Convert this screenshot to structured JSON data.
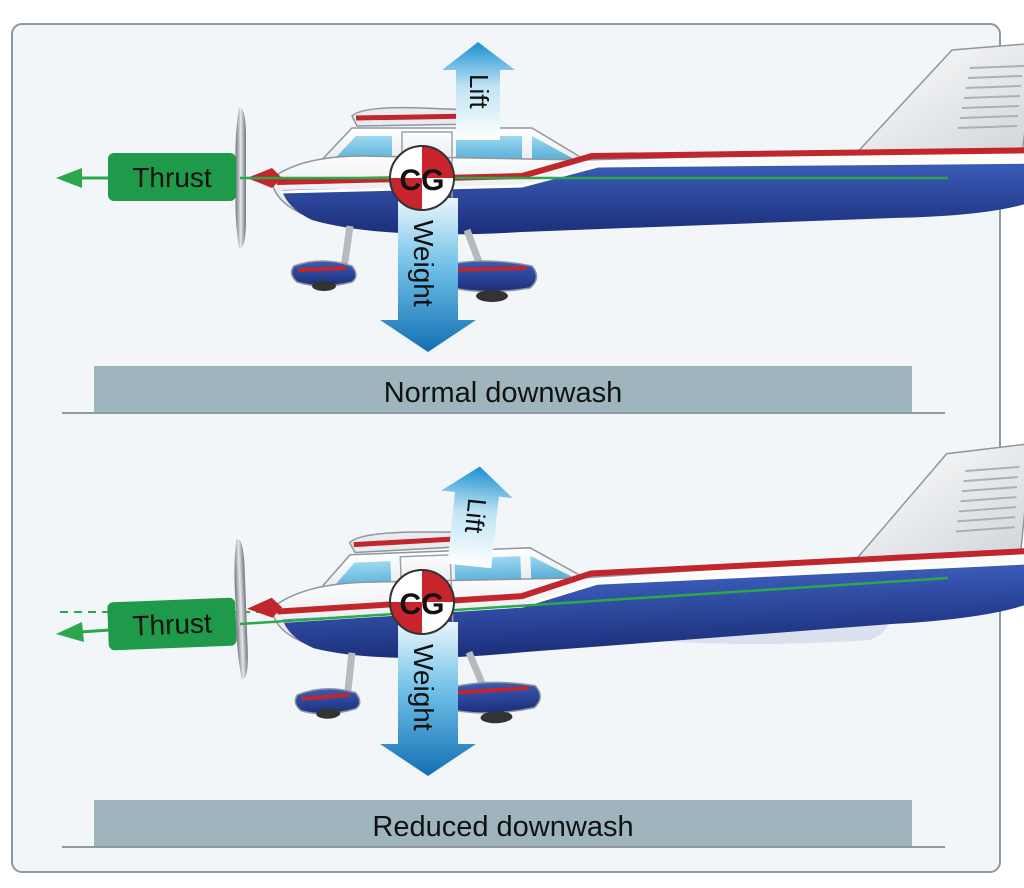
{
  "panels": [
    {
      "id": "top",
      "caption": "Normal downwash",
      "labels": {
        "lift": "Lift",
        "weight": "Weight",
        "thrust": "Thrust",
        "cg": "CG"
      }
    },
    {
      "id": "bottom",
      "caption": "Reduced downwash",
      "labels": {
        "lift": "Lift",
        "weight": "Weight",
        "thrust": "Thrust",
        "cg": "CG"
      }
    }
  ],
  "colors": {
    "frame_bg": "#f2f6f8",
    "frame_border": "#8a9aa3",
    "caption_bar": "#9fb5be",
    "thrust_green": "#1f9a4a",
    "line_green": "#2aa84a",
    "arrow_blue": "#1a7fc4",
    "arrow_light": "#d8eef8",
    "fuselage_blue": "#27459a",
    "stripe_red": "#c0262c",
    "cg_red": "#c8242b",
    "canopy": "#6fc3e6"
  }
}
